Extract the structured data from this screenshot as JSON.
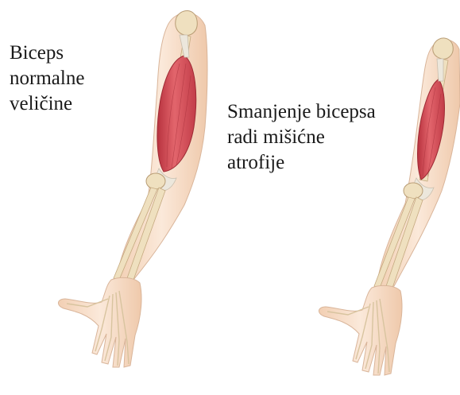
{
  "labels": {
    "normal": {
      "lines": [
        "Biceps",
        "normalne",
        "veličine"
      ]
    },
    "atrophy": {
      "lines": [
        "Smanjenje bicepsa",
        "radi mišićne",
        "atrofije"
      ]
    }
  },
  "colors": {
    "skin": "#f6dfcb",
    "skin_outline": "#d9b59a",
    "bone": "#efe0bf",
    "muscle": "#d94b55",
    "muscle_dark": "#b8323e",
    "tendon": "#ece7dc"
  },
  "icons": [
    "normal-arm-illustration",
    "atrophied-arm-illustration"
  ]
}
